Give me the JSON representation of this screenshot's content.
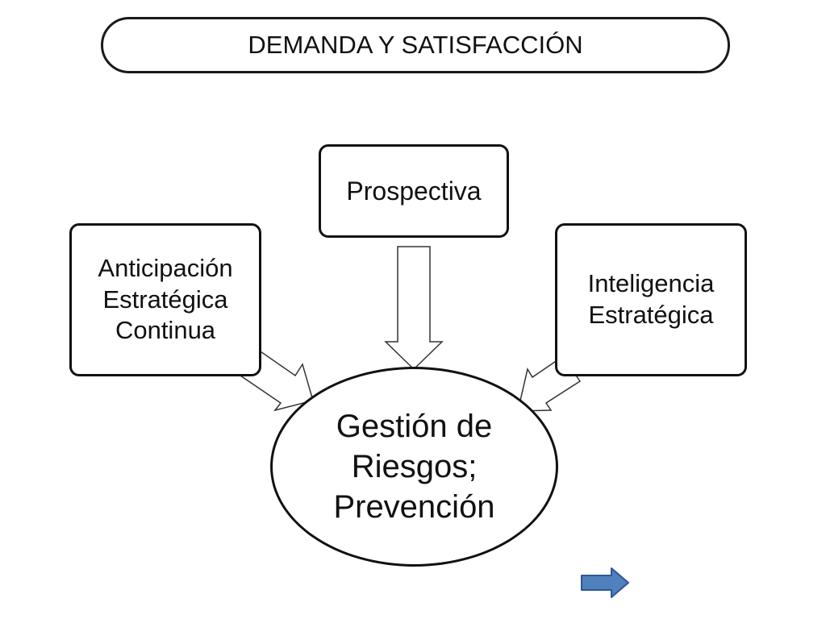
{
  "title": "DEMANDA Y SATISFACCIÓN",
  "nodes": {
    "prospectiva": [
      "Prospectiva"
    ],
    "anticipacion": [
      "Anticipación",
      "Estratégica",
      "Continua"
    ],
    "inteligencia": [
      "Inteligencia",
      "Estratégica"
    ]
  },
  "center": [
    "Gestión de",
    "Riesgos;",
    "Prevención"
  ],
  "nav": {
    "next_icon": "right-arrow-icon",
    "next_color": "#4f81bd"
  }
}
